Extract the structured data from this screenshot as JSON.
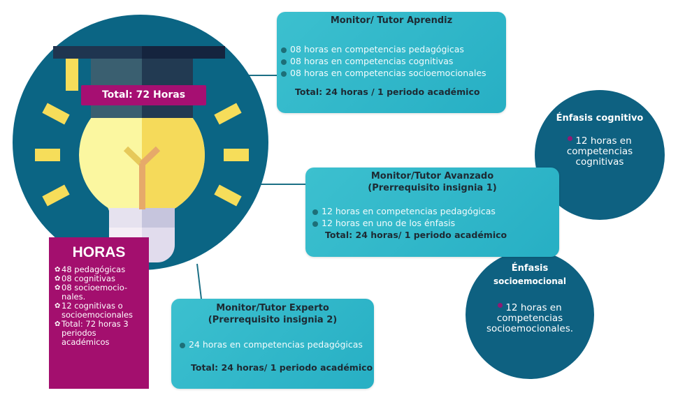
{
  "center": {
    "total_label": "Total: 72 Horas"
  },
  "horas": {
    "title": "HORAS",
    "items": [
      "48 pedagógicas",
      "08 cognitivas",
      "08 socioemocio-nales.",
      "12 cognitivas o socioemocionales",
      "Total: 72 horas 3 periodos académicos"
    ]
  },
  "aprendiz": {
    "title": "Monitor/ Tutor Aprendiz",
    "items": [
      "08 horas en competencias pedagógicas",
      "08 horas en competencias cognitivas",
      "08 horas en competencias socioemocionales"
    ],
    "total": "Total: 24 horas / 1 periodo académico"
  },
  "avanzado": {
    "title": "Monitor/Tutor Avanzado",
    "subtitle": "(Prerrequisito insignia 1)",
    "items": [
      "12 horas en competencias pedagógicas",
      "12 horas en uno de los énfasis"
    ],
    "total": "Total: 24 horas/ 1 periodo académico"
  },
  "experto": {
    "title": "Monitor/Tutor Experto",
    "subtitle": "(Prerrequisito insignia 2)",
    "items": [
      "24 horas en competencias pedagógicas"
    ],
    "total": "Total: 24 horas/ 1 periodo académico"
  },
  "enfasis_cognitivo": {
    "title": "Énfasis cognitivo",
    "line1": "12 horas en",
    "line2": "competencias",
    "line3": "cognitivas"
  },
  "enfasis_socio": {
    "title1": "Énfasis",
    "title2": "socioemocional",
    "line1": "12 horas en",
    "line2": "competencias",
    "line3": "socioemocionales."
  },
  "colors": {
    "teal_dark": "#0b6584",
    "teal_box": "#2fb7c9",
    "magenta": "#a30f6e",
    "yellow": "#f6dd5a"
  }
}
